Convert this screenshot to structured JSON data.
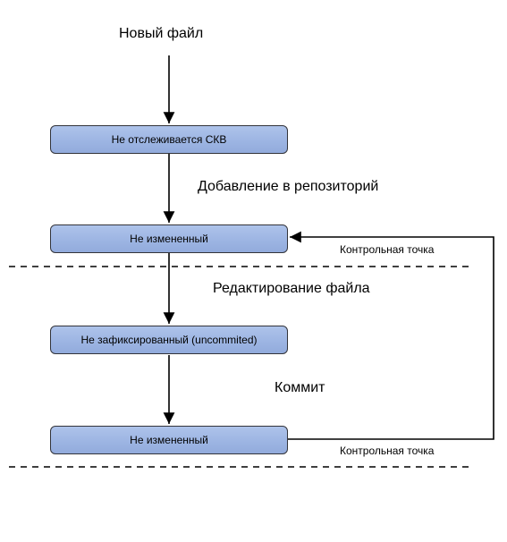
{
  "new_file_label": "Новый файл",
  "states": [
    {
      "label": "Не отслеживается СКВ"
    },
    {
      "label": "Не измененный"
    },
    {
      "label": "Не зафиксированный (uncommited)"
    },
    {
      "label": "Не измененный"
    }
  ],
  "transitions": {
    "add": "Добавление в репозиторий",
    "edit": "Редактирование файла",
    "commit": "Коммит"
  },
  "checkpoints": {
    "upper": "Контрольная точка",
    "lower": "Контрольная точка"
  },
  "colors": {
    "box_fill": "#9db5e3",
    "box_border": "#33343a",
    "line": "#000000"
  }
}
